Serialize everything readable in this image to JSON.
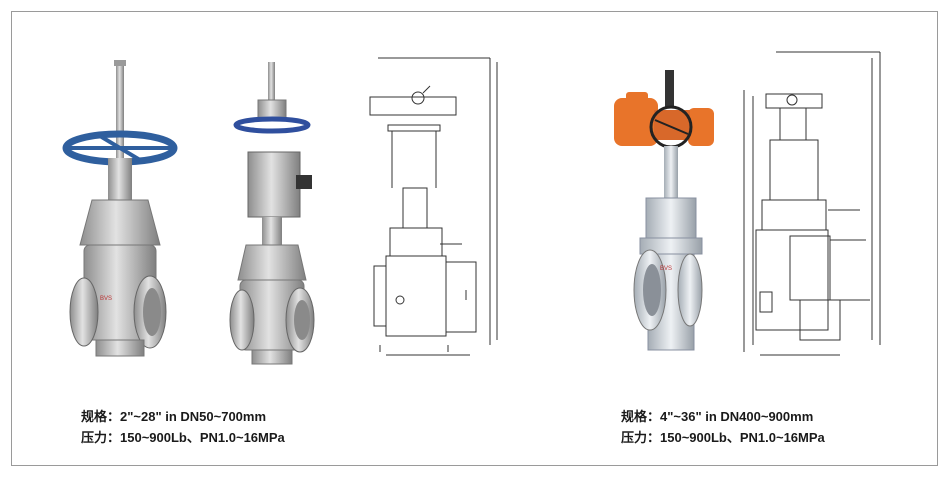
{
  "left_group": {
    "spec_line": "规格：2\"~28\" in DN50~700mm",
    "pressure_line": "压力：150~900Lb、PN1.0~16MPa"
  },
  "right_group": {
    "spec_line": "规格：4\"~36\" in DN400~900mm",
    "pressure_line": "压力：150~900Lb、PN1.0~16MPa"
  },
  "colors": {
    "frame_border": "#9a9a9a",
    "valve_body": "#c9c9c9",
    "handwheel_blue": "#2f5f9e",
    "actuator_orange": "#e8742a",
    "drawing_line": "#333333"
  },
  "icons": [
    "handwheel-valve-photo",
    "pneumatic-valve-photo",
    "valve-drawing",
    "electric-valve-photo",
    "valve-drawing"
  ]
}
